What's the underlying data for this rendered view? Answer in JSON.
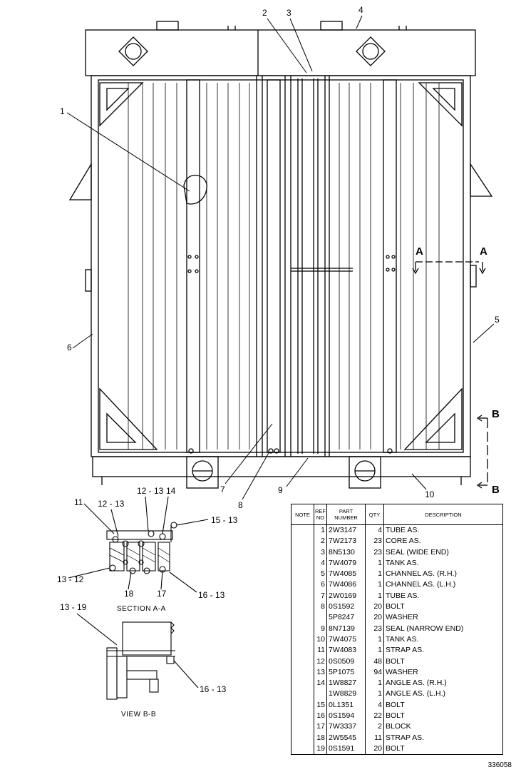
{
  "callouts": {
    "c1": "1",
    "c2": "2",
    "c3": "3",
    "c4": "4",
    "c5": "5",
    "c6": "6",
    "c7": "7",
    "c8": "8",
    "c9": "9",
    "c10": "10",
    "aLeft": "A",
    "aRight": "A",
    "bTop": "B",
    "bBottom": "B",
    "d11": "11",
    "d12_13a": "12 - 13",
    "d12_13b": "12 - 13",
    "d14": "14",
    "d15_13": "15 - 13",
    "d13_12": "13 - 12",
    "d18": "18",
    "d17": "17",
    "d16_13a": "16 - 13",
    "d13_19": "13 - 19",
    "d16_13b": "16 - 13"
  },
  "captions": {
    "sectionAA": "SECTION A-A",
    "viewBB": "VIEW B-B"
  },
  "parts_table": {
    "headers": {
      "note": "NOTE",
      "ref": "REF NO",
      "part": "PART NUMBER",
      "qty": "QTY",
      "desc": "DESCRIPTION"
    },
    "rows": [
      {
        "ref": "1",
        "part": "2W3147",
        "qty": "4",
        "desc": "TUBE AS."
      },
      {
        "ref": "2",
        "part": "7W2173",
        "qty": "23",
        "desc": "CORE AS."
      },
      {
        "ref": "3",
        "part": "8N5130",
        "qty": "23",
        "desc": "SEAL (WIDE END)"
      },
      {
        "ref": "4",
        "part": "7W4079",
        "qty": "1",
        "desc": "TANK AS."
      },
      {
        "ref": "5",
        "part": "7W4085",
        "qty": "1",
        "desc": "CHANNEL AS. (R.H.)"
      },
      {
        "ref": "6",
        "part": "7W4086",
        "qty": "1",
        "desc": "CHANNEL AS. (L.H.)"
      },
      {
        "ref": "7",
        "part": "2W0169",
        "qty": "1",
        "desc": "TUBE AS."
      },
      {
        "ref": "8",
        "part": "0S1592",
        "qty": "20",
        "desc": "BOLT"
      },
      {
        "ref": "",
        "part": "5P8247",
        "qty": "20",
        "desc": "WASHER"
      },
      {
        "ref": "9",
        "part": "8N7139",
        "qty": "23",
        "desc": "SEAL (NARROW END)"
      },
      {
        "ref": "10",
        "part": "7W4075",
        "qty": "1",
        "desc": "TANK AS."
      },
      {
        "ref": "11",
        "part": "7W4083",
        "qty": "1",
        "desc": "STRAP AS."
      },
      {
        "ref": "12",
        "part": "0S0509",
        "qty": "48",
        "desc": "BOLT"
      },
      {
        "ref": "13",
        "part": "5P1075",
        "qty": "94",
        "desc": "WASHER"
      },
      {
        "ref": "14",
        "part": "1W8827",
        "qty": "1",
        "desc": "ANGLE AS. (R.H.)"
      },
      {
        "ref": "",
        "part": "1W8829",
        "qty": "1",
        "desc": "ANGLE AS. (L.H.)"
      },
      {
        "ref": "15",
        "part": "0L1351",
        "qty": "4",
        "desc": "BOLT"
      },
      {
        "ref": "16",
        "part": "0S1594",
        "qty": "22",
        "desc": "BOLT"
      },
      {
        "ref": "17",
        "part": "7W3337",
        "qty": "2",
        "desc": "BLOCK"
      },
      {
        "ref": "18",
        "part": "2W5545",
        "qty": "11",
        "desc": "STRAP AS."
      },
      {
        "ref": "19",
        "part": "0S1591",
        "qty": "20",
        "desc": "BOLT"
      }
    ]
  },
  "figure_number": "336058"
}
